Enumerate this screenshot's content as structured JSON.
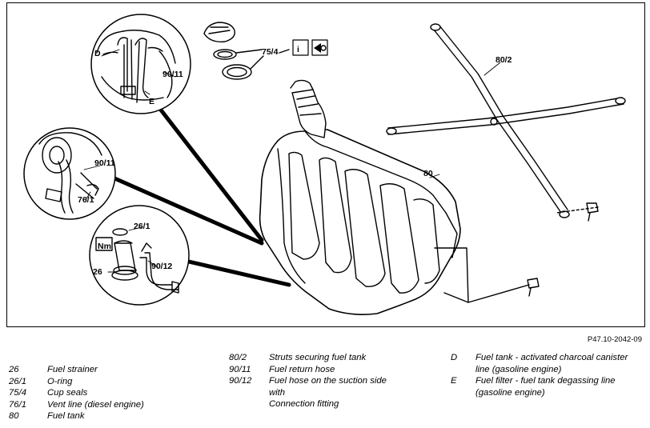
{
  "diagram": {
    "callouts": {
      "d": "D",
      "e": "E",
      "c9011_top": "90/11",
      "c9011_mid": "90/11",
      "c761": "76/1",
      "c261": "26/1",
      "c26": "26",
      "c9012": "90/12",
      "nm": "Nm",
      "c754": "75/4",
      "c802": "80/2",
      "c80": "80",
      "info_icon": "i"
    },
    "icons": [
      "info-icon",
      "eye-icon"
    ]
  },
  "reference_code": "P47.10-2042-09",
  "legend": {
    "col1": [
      {
        "key": "26",
        "value": "Fuel strainer"
      },
      {
        "key": "26/1",
        "value": "O-ring"
      },
      {
        "key": "75/4",
        "value": "Cup seals"
      },
      {
        "key": "76/1",
        "value": "Vent line (diesel engine)"
      },
      {
        "key": "80",
        "value": "Fuel tank"
      }
    ],
    "col2": [
      {
        "key": "80/2",
        "value": "Struts securing fuel tank"
      },
      {
        "key": "90/11",
        "value": "Fuel return hose"
      },
      {
        "key": "90/12",
        "value": "Fuel hose on the suction side with"
      },
      {
        "key": "",
        "value": "Connection fitting"
      }
    ],
    "col3": [
      {
        "key": "D",
        "value": "Fuel tank - activated charcoal canister line (gasoline engine)"
      },
      {
        "key": "E",
        "value": "Fuel filter - fuel tank degassing line (gasoline engine)"
      }
    ]
  }
}
